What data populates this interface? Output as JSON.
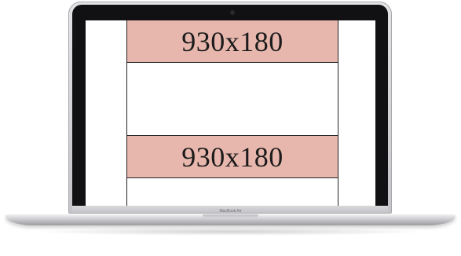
{
  "device": {
    "brand_label": "MacBook Air"
  },
  "screen": {
    "banners": [
      {
        "label": "930x180",
        "color": "#e7b7ad"
      },
      {
        "label": "930x180",
        "color": "#e7b7ad"
      }
    ]
  }
}
